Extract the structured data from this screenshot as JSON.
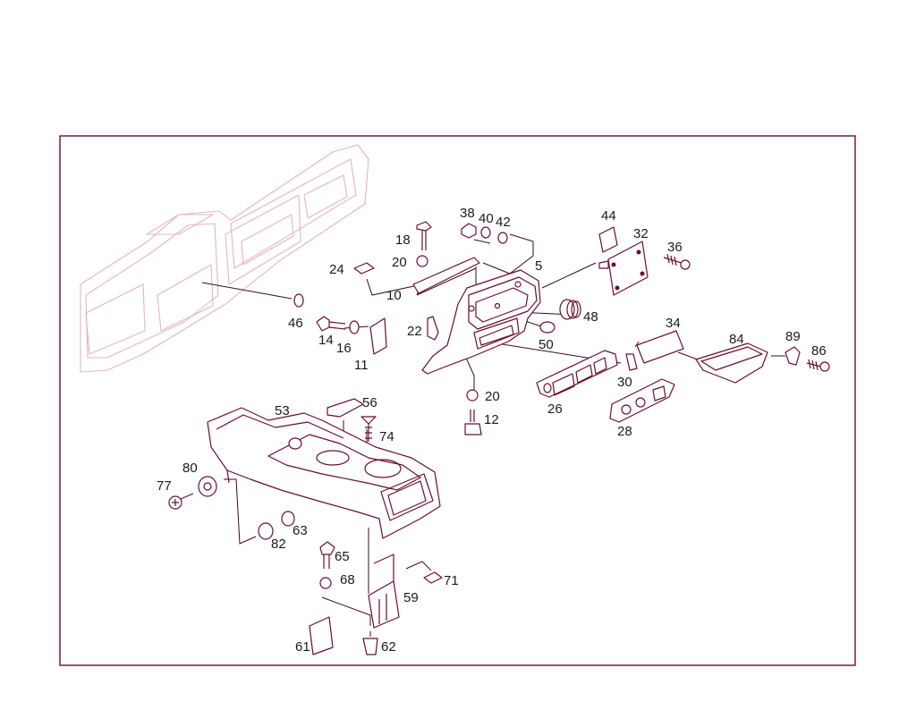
{
  "diagram": {
    "frame_color": "#6b0f2a",
    "ghost_color": "#e7b3c4",
    "callouts": [
      {
        "key": "c5",
        "text": "5"
      },
      {
        "key": "c10",
        "text": "10"
      },
      {
        "key": "c11",
        "text": "11"
      },
      {
        "key": "c12",
        "text": "12"
      },
      {
        "key": "c14",
        "text": "14"
      },
      {
        "key": "c16",
        "text": "16"
      },
      {
        "key": "c18",
        "text": "18"
      },
      {
        "key": "c20a",
        "text": "20"
      },
      {
        "key": "c20b",
        "text": "20"
      },
      {
        "key": "c22",
        "text": "22"
      },
      {
        "key": "c24",
        "text": "24"
      },
      {
        "key": "c26",
        "text": "26"
      },
      {
        "key": "c28",
        "text": "28"
      },
      {
        "key": "c30",
        "text": "30"
      },
      {
        "key": "c32",
        "text": "32"
      },
      {
        "key": "c34",
        "text": "34"
      },
      {
        "key": "c36",
        "text": "36"
      },
      {
        "key": "c38",
        "text": "38"
      },
      {
        "key": "c40",
        "text": "40"
      },
      {
        "key": "c42",
        "text": "42"
      },
      {
        "key": "c44",
        "text": "44"
      },
      {
        "key": "c46",
        "text": "46"
      },
      {
        "key": "c48",
        "text": "48"
      },
      {
        "key": "c50",
        "text": "50"
      },
      {
        "key": "c53",
        "text": "53"
      },
      {
        "key": "c56",
        "text": "56"
      },
      {
        "key": "c59",
        "text": "59"
      },
      {
        "key": "c61",
        "text": "61"
      },
      {
        "key": "c62",
        "text": "62"
      },
      {
        "key": "c63",
        "text": "63"
      },
      {
        "key": "c65",
        "text": "65"
      },
      {
        "key": "c68",
        "text": "68"
      },
      {
        "key": "c71",
        "text": "71"
      },
      {
        "key": "c74",
        "text": "74"
      },
      {
        "key": "c77",
        "text": "77"
      },
      {
        "key": "c80",
        "text": "80"
      },
      {
        "key": "c82",
        "text": "82"
      },
      {
        "key": "c84",
        "text": "84"
      },
      {
        "key": "c86",
        "text": "86"
      },
      {
        "key": "c89",
        "text": "89"
      }
    ]
  }
}
